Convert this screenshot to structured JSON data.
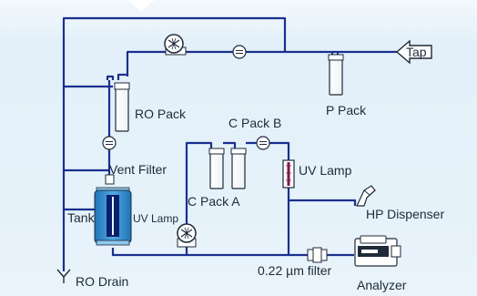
{
  "labels": {
    "tap": "Tap",
    "ro_pack": "RO Pack",
    "p_pack": "P Pack",
    "c_pack_b": "C Pack B",
    "c_pack_a": "C Pack A",
    "vent_filter": "Vent Filter",
    "uv_lamp_right": "UV Lamp",
    "uv_lamp_tank": "UV Lamp",
    "tank": "Tank",
    "hp_dispenser": "HP Dispenser",
    "filter": "0.22 µm filter",
    "analyzer": "Analyzer",
    "ro_drain": "RO Drain"
  },
  "colors": {
    "background": "#e4f1fa",
    "pipe": "#1b2f8f",
    "tank_body": "#2f8fd0",
    "tank_window": "#0a1f6a"
  }
}
